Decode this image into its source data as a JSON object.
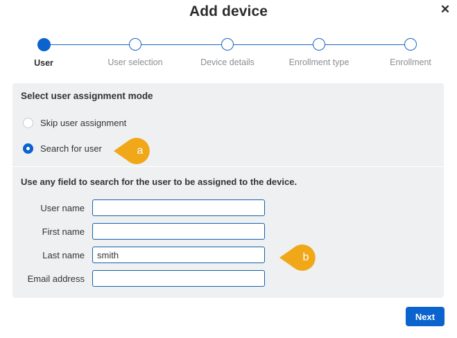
{
  "dialog": {
    "title": "Add device",
    "close_label": "✕"
  },
  "stepper": {
    "steps": [
      {
        "label": "User",
        "state": "active"
      },
      {
        "label": "User selection",
        "state": "inactive"
      },
      {
        "label": "Device details",
        "state": "inactive"
      },
      {
        "label": "Enrollment type",
        "state": "inactive"
      },
      {
        "label": "Enrollment",
        "state": "inactive"
      }
    ]
  },
  "panel": {
    "heading": "Select user assignment mode",
    "options": [
      {
        "label": "Skip user assignment",
        "selected": false
      },
      {
        "label": "Search for user",
        "selected": true
      }
    ],
    "subtext": "Use any field to search for the user to be assigned to the device.",
    "fields": [
      {
        "label": "User name",
        "value": "",
        "placeholder": ""
      },
      {
        "label": "First name",
        "value": "",
        "placeholder": ""
      },
      {
        "label": "Last name",
        "value": "smith",
        "placeholder": ""
      },
      {
        "label": "Email address",
        "value": "",
        "placeholder": ""
      }
    ]
  },
  "callouts": [
    {
      "id": "a",
      "label": "a"
    },
    {
      "id": "b",
      "label": "b"
    }
  ],
  "footer": {
    "next_label": "Next"
  },
  "colors": {
    "accent_blue": "#0b63ce",
    "step_line": "#1565c0",
    "panel_gray": "#eff0f2",
    "input_border": "#1161ab",
    "callout_orange": "#f0a818",
    "text_dark": "#333333",
    "text_muted": "#8a8d91"
  }
}
